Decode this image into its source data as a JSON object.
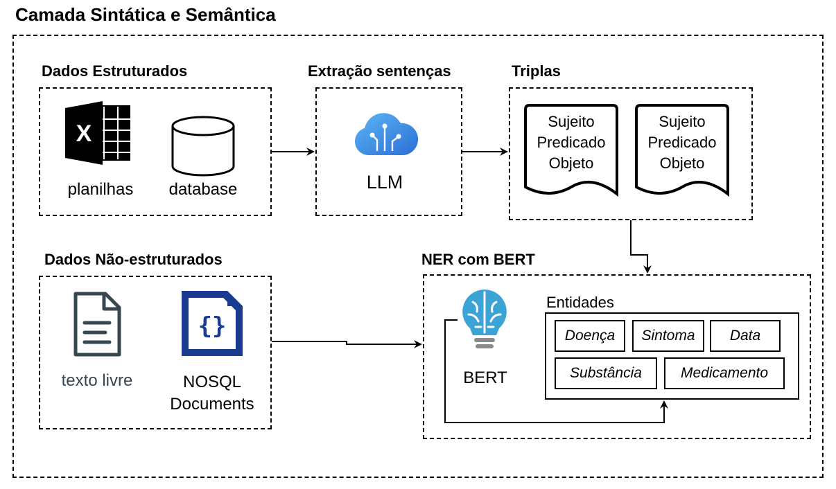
{
  "diagram": {
    "title": "Camada Sintática e Semântica",
    "structured": {
      "title": "Dados Estruturados",
      "items": [
        "planilhas",
        "database"
      ],
      "icons": [
        "excel-icon",
        "database-icon"
      ]
    },
    "extraction": {
      "title": "Extração sentenças",
      "item": "LLM",
      "icon": "cloud-ai-icon"
    },
    "triples": {
      "title": "Triplas",
      "docs": [
        {
          "lines": [
            "Sujeito",
            "Predicado",
            "Objeto"
          ]
        },
        {
          "lines": [
            "Sujeito",
            "Predicado",
            "Objeto"
          ]
        }
      ]
    },
    "unstructured": {
      "title": "Dados Não-estruturados",
      "items": [
        "texto livre",
        "NOSQL Documents"
      ],
      "nosql_lines": [
        "NOSQL",
        "Documents"
      ],
      "icons": [
        "text-file-icon",
        "json-file-icon"
      ]
    },
    "ner": {
      "title": "NER com BERT",
      "model": "BERT",
      "icon": "brain-lightbulb-icon",
      "entities_title": "Entidades",
      "entities": [
        "Doença",
        "Sintoma",
        "Data",
        "Substância",
        "Medicamento"
      ]
    },
    "colors": {
      "excel": "#000000",
      "llm_cloud": "#3b8fe0",
      "bert": "#3ba3d6",
      "text_file": "#37474f",
      "json_file": "#1a3b8f"
    }
  }
}
